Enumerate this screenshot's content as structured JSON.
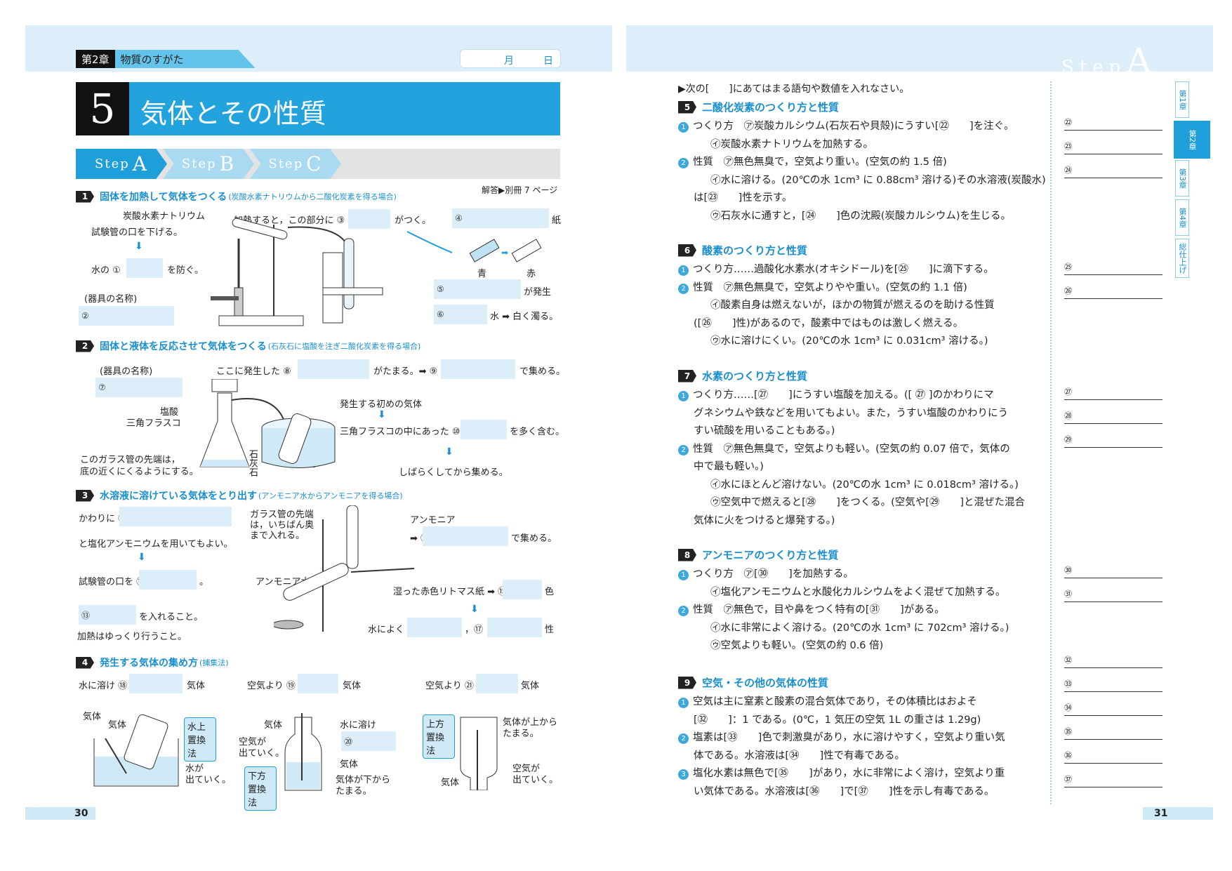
{
  "left": {
    "chapter_num": "第2章",
    "chapter_name": "物質のすがた",
    "date_month": "月",
    "date_day": "日",
    "lesson_num": "5",
    "lesson_title": "気体とその性質",
    "steps": [
      "Step",
      "A",
      "Step",
      "B",
      "Step",
      "C"
    ],
    "answer_ref": "解答▶別冊 7 ページ",
    "page_num": "30",
    "s1": {
      "no": "1",
      "title": "固体を加熱して気体をつくる",
      "sub": "(炭酸水素ナトリウムから二酸化炭素を得る場合)",
      "labels": [
        "炭酸水素ナトリウム",
        "試験管の口を下げる。",
        "加熱すると，この部分に ③",
        "がつく。",
        "④",
        "紙",
        "水の ①",
        "を防ぐ。",
        "(器具の名称)",
        "②",
        "青",
        "赤",
        "⑤",
        "が発生",
        "⑥",
        "水 ➡ 白く濁る。"
      ]
    },
    "s2": {
      "no": "2",
      "title": "固体と液体を反応させて気体をつくる",
      "sub": "(石灰石に塩酸を注ぎ二酸化炭素を得る場合)",
      "labels": [
        "(器具の名称)",
        "⑦",
        "ここに発生した ⑧",
        "がたまる。➡ ⑨",
        "で集める。",
        "塩酸",
        "三角フラスコ",
        "発生する初めの気体",
        "三角フラスコの中にあった ⑩",
        "を多く含む。",
        "このガラス管の先端は，",
        "底の近くにくるようにする。",
        "石灰石",
        "水",
        "しばらくしてから集める。"
      ]
    },
    "s3": {
      "no": "3",
      "title": "水溶液に溶けている気体をとり出す",
      "sub": "(アンモニア水からアンモニアを得る場合)",
      "labels": [
        "かわりに ⑪",
        "ガラス管の先端",
        "は，いちばん奥",
        "まで入れる。",
        "アンモニア",
        "と塩化アンモニウムを用いてもよい。",
        "➡ ⑭",
        "で集める。",
        "試験管の口を ⑫",
        "。",
        "アンモニア水",
        "湿った赤色リトマス紙 ➡ ⑮",
        "色",
        "⑬",
        "を入れること。",
        "加熱はゆっくり行うこと。",
        "水によく ⑯",
        "，⑰",
        "性"
      ]
    },
    "s4": {
      "no": "4",
      "title": "発生する気体の集め方",
      "sub": "(捕集法)",
      "labels": [
        "水に溶け ⑱",
        "気体",
        "空気より ⑲",
        "気体",
        "空気より ㉑",
        "気体",
        "気体",
        "気体",
        "水上置換法",
        "水",
        "水が",
        "出ていく。",
        "気体",
        "空気が",
        "出ていく。",
        "下方置換法",
        "水に溶け",
        "⑳",
        "気体",
        "気体が下から",
        "たまる。",
        "上方置換法",
        "気体が上から",
        "たまる。",
        "空気が",
        "出ていく。",
        "気体"
      ]
    }
  },
  "right": {
    "watermark_step": "Step",
    "watermark_letter": "A",
    "page_num": "31",
    "instruction": "▶次の[　　]にあてはまる語句や数値を入れなさい。",
    "sections": [
      {
        "no": "5",
        "title": "二酸化炭素のつくり方と性質",
        "lines": [
          [
            "1",
            "つくり方　㋐炭酸カルシウム(石灰石や貝殻)にうすい[㉒　　]を注ぐ。"
          ],
          [
            "",
            "㋑炭酸水素ナトリウムを加熱する。"
          ],
          [
            "2",
            "性質　㋐無色無臭で，空気より重い。(空気の約 1.5 倍)"
          ],
          [
            "",
            "㋑水に溶ける。(20℃の水 1cm³ に 0.88cm³ 溶ける)その水溶液(炭酸水)"
          ],
          [
            "",
            "は[㉓　　]性を示す。"
          ],
          [
            "",
            "㋒石灰水に通すと，[㉔　　]色の沈殿(炭酸カルシウム)を生じる。"
          ]
        ]
      },
      {
        "no": "6",
        "title": "酸素のつくり方と性質",
        "lines": [
          [
            "1",
            "つくり方……過酸化水素水(オキシドール)を[㉕　　]に滴下する。"
          ],
          [
            "2",
            "性質　㋐無色無臭で，空気よりやや重い。(空気の約 1.1 倍)"
          ],
          [
            "",
            "㋑酸素自身は燃えないが，ほかの物質が燃えるのを助ける性質"
          ],
          [
            "",
            "([㉖　　]性)があるので，酸素中ではものは激しく燃える。"
          ],
          [
            "",
            "㋒水に溶けにくい。(20℃の水 1cm³ に 0.031cm³ 溶ける。)"
          ]
        ]
      },
      {
        "no": "7",
        "title": "水素のつくり方と性質",
        "lines": [
          [
            "1",
            "つくり方……[㉗　　]にうすい塩酸を加える。([ ㉗ ]のかわりにマ"
          ],
          [
            "",
            "グネシウムや鉄などを用いてもよい。また，うすい塩酸のかわりにう"
          ],
          [
            "",
            "すい硫酸を用いることもある。)"
          ],
          [
            "2",
            "性質　㋐無色無臭で，空気よりも軽い。(空気の約 0.07 倍で，気体の"
          ],
          [
            "",
            "中で最も軽い。)"
          ],
          [
            "",
            "㋑水にほとんど溶けない。(20℃の水 1cm³ に 0.018cm³ 溶ける。)"
          ],
          [
            "",
            "㋒空気中で燃えると[㉘　　]をつくる。(空気や[㉙　　]と混ぜた混合"
          ],
          [
            "",
            "気体に火をつけると爆発する。)"
          ]
        ]
      },
      {
        "no": "8",
        "title": "アンモニアのつくり方と性質",
        "lines": [
          [
            "1",
            "つくり方　㋐[㉚　　]を加熱する。"
          ],
          [
            "",
            "㋑塩化アンモニウムと水酸化カルシウムをよく混ぜて加熱する。"
          ],
          [
            "2",
            "性質　㋐無色で，目や鼻をつく特有の[㉛　　]がある。"
          ],
          [
            "",
            "㋑水に非常によく溶ける。(20℃の水 1cm³ に 702cm³ 溶ける。)"
          ],
          [
            "",
            "㋒空気よりも軽い。(空気の約 0.6 倍)"
          ]
        ]
      },
      {
        "no": "9",
        "title": "空気・その他の気体の性質",
        "lines": [
          [
            "1",
            "空気は主に窒素と酸素の混合気体であり，その体積比はおよそ"
          ],
          [
            "",
            "[㉜　　]：1 である。(0℃，1 気圧の空気 1L の重さは 1.29g)"
          ],
          [
            "2",
            "塩素は[㉝　　]色で刺激臭があり，水に溶けやすく，空気より重い気"
          ],
          [
            "",
            "体である。水溶液は[㉞　　]性で有毒である。"
          ],
          [
            "3",
            "塩化水素は無色で[㉟　　]があり，水に非常によく溶け，空気より重"
          ],
          [
            "",
            "い気体である。水溶液は[㊱　　]で[㊲　　]性を示し有毒である。"
          ]
        ]
      }
    ],
    "answer_labels": [
      "㉒",
      "㉓",
      "㉔",
      "㉕",
      "㉖",
      "㉗",
      "㉘",
      "㉙",
      "㉚",
      "㉛",
      "㉜",
      "㉝",
      "㉞",
      "㉟",
      "㊱",
      "㊲"
    ],
    "side_tabs": [
      "第1章",
      "第2章",
      "第3章",
      "第4章",
      "総仕上げ"
    ]
  },
  "colors": {
    "accent": "#1f9fd9",
    "band": "#dbeef9",
    "answer_fill": "#dbeef9"
  }
}
